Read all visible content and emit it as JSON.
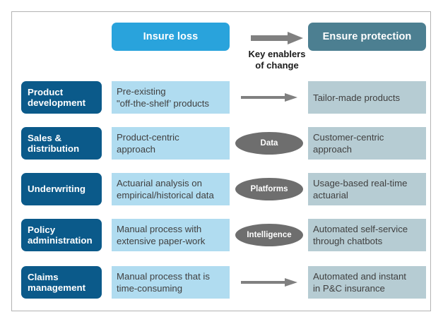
{
  "header": {
    "current_state_label": "Insure loss",
    "future_state_label": "Ensure protection",
    "enablers_caption_line1": "Key enablers",
    "enablers_caption_line2": "of change",
    "arrow_icon": "right-arrow-icon"
  },
  "colors": {
    "current_pill": "#29a3dc",
    "future_pill": "#4c7f91",
    "row_label": "#0b5a8a",
    "current_cell": "#b0dcf0",
    "future_cell": "#b6ccd3",
    "enabler_ellipse": "#6e6e6e",
    "arrow": "#808080",
    "frame_border": "#b3b3b3"
  },
  "rows": [
    {
      "label_line1": "Product",
      "label_line2": "development",
      "current_line1": "Pre-existing",
      "current_line2": "\"off-the-shelf’ products",
      "connector_type": "arrow",
      "connector_label": "",
      "future_line1": "Tailor-made products",
      "future_line2": ""
    },
    {
      "label_line1": "Sales &",
      "label_line2": "distribution",
      "current_line1": "Product-centric",
      "current_line2": "approach",
      "connector_type": "ellipse",
      "connector_label": "Data",
      "future_line1": "Customer-centric",
      "future_line2": "approach"
    },
    {
      "label_line1": "Underwriting",
      "label_line2": "",
      "current_line1": "Actuarial analysis on",
      "current_line2": "empirical/historical data",
      "connector_type": "ellipse",
      "connector_label": "Platforms",
      "future_line1": "Usage-based real-time",
      "future_line2": "actuarial"
    },
    {
      "label_line1": "Policy",
      "label_line2": "administration",
      "current_line1": "Manual process with",
      "current_line2": "extensive paper-work",
      "connector_type": "ellipse",
      "connector_label": "Intelligence",
      "future_line1": "Automated self-service",
      "future_line2": "through chatbots"
    },
    {
      "label_line1": "Claims",
      "label_line2": "management",
      "current_line1": "Manual process that is",
      "current_line2": "time-consuming",
      "connector_type": "arrow",
      "connector_label": "",
      "future_line1": "Automated and instant",
      "future_line2": "in P&C insurance"
    }
  ]
}
